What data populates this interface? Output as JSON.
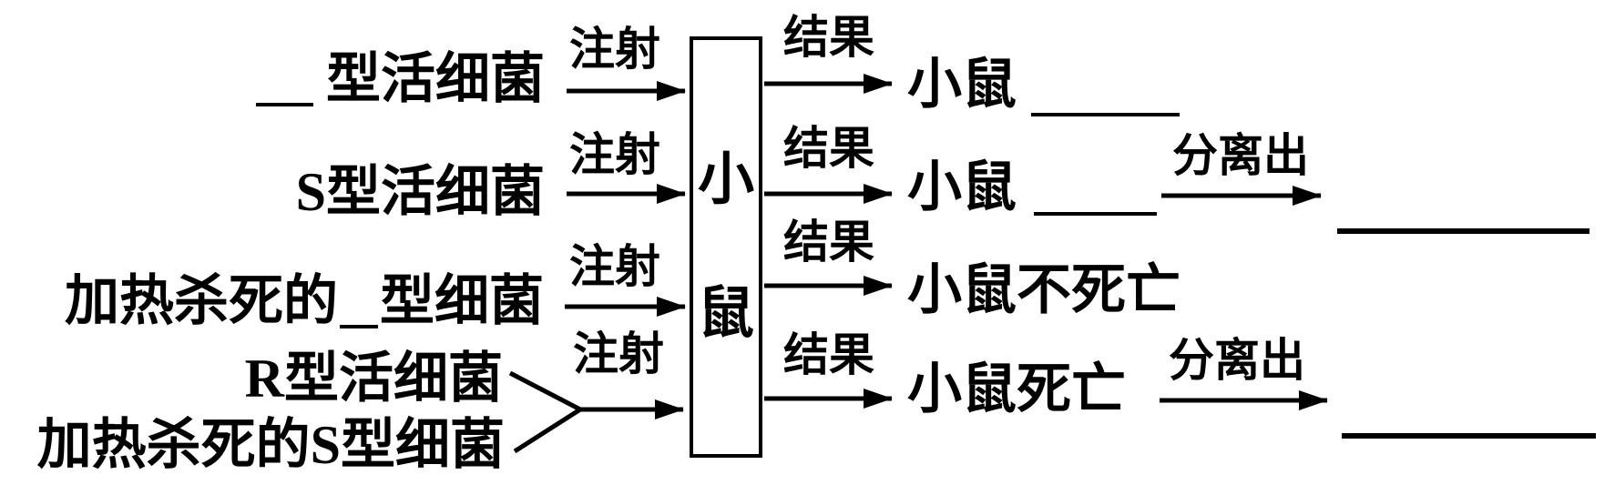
{
  "colors": {
    "ink": "#000000",
    "background": "#ffffff"
  },
  "arrow_labels": {
    "inject": "注射",
    "result": "结果",
    "isolate": "分离出"
  },
  "box": {
    "text": "小鼠",
    "char1": "小",
    "char2": "鼠"
  },
  "left_labels": {
    "row1_suffix": "型活细菌",
    "row2": "S型活细菌",
    "row3_prefix": "加热杀死的",
    "row3_suffix": "型细菌",
    "row4_upper": "R型活细菌",
    "row4_lower": "加热杀死的S型细菌"
  },
  "right_labels": {
    "row1": "小鼠",
    "row2": "小鼠",
    "row3": "小鼠不死亡",
    "row4": "小鼠死亡"
  }
}
